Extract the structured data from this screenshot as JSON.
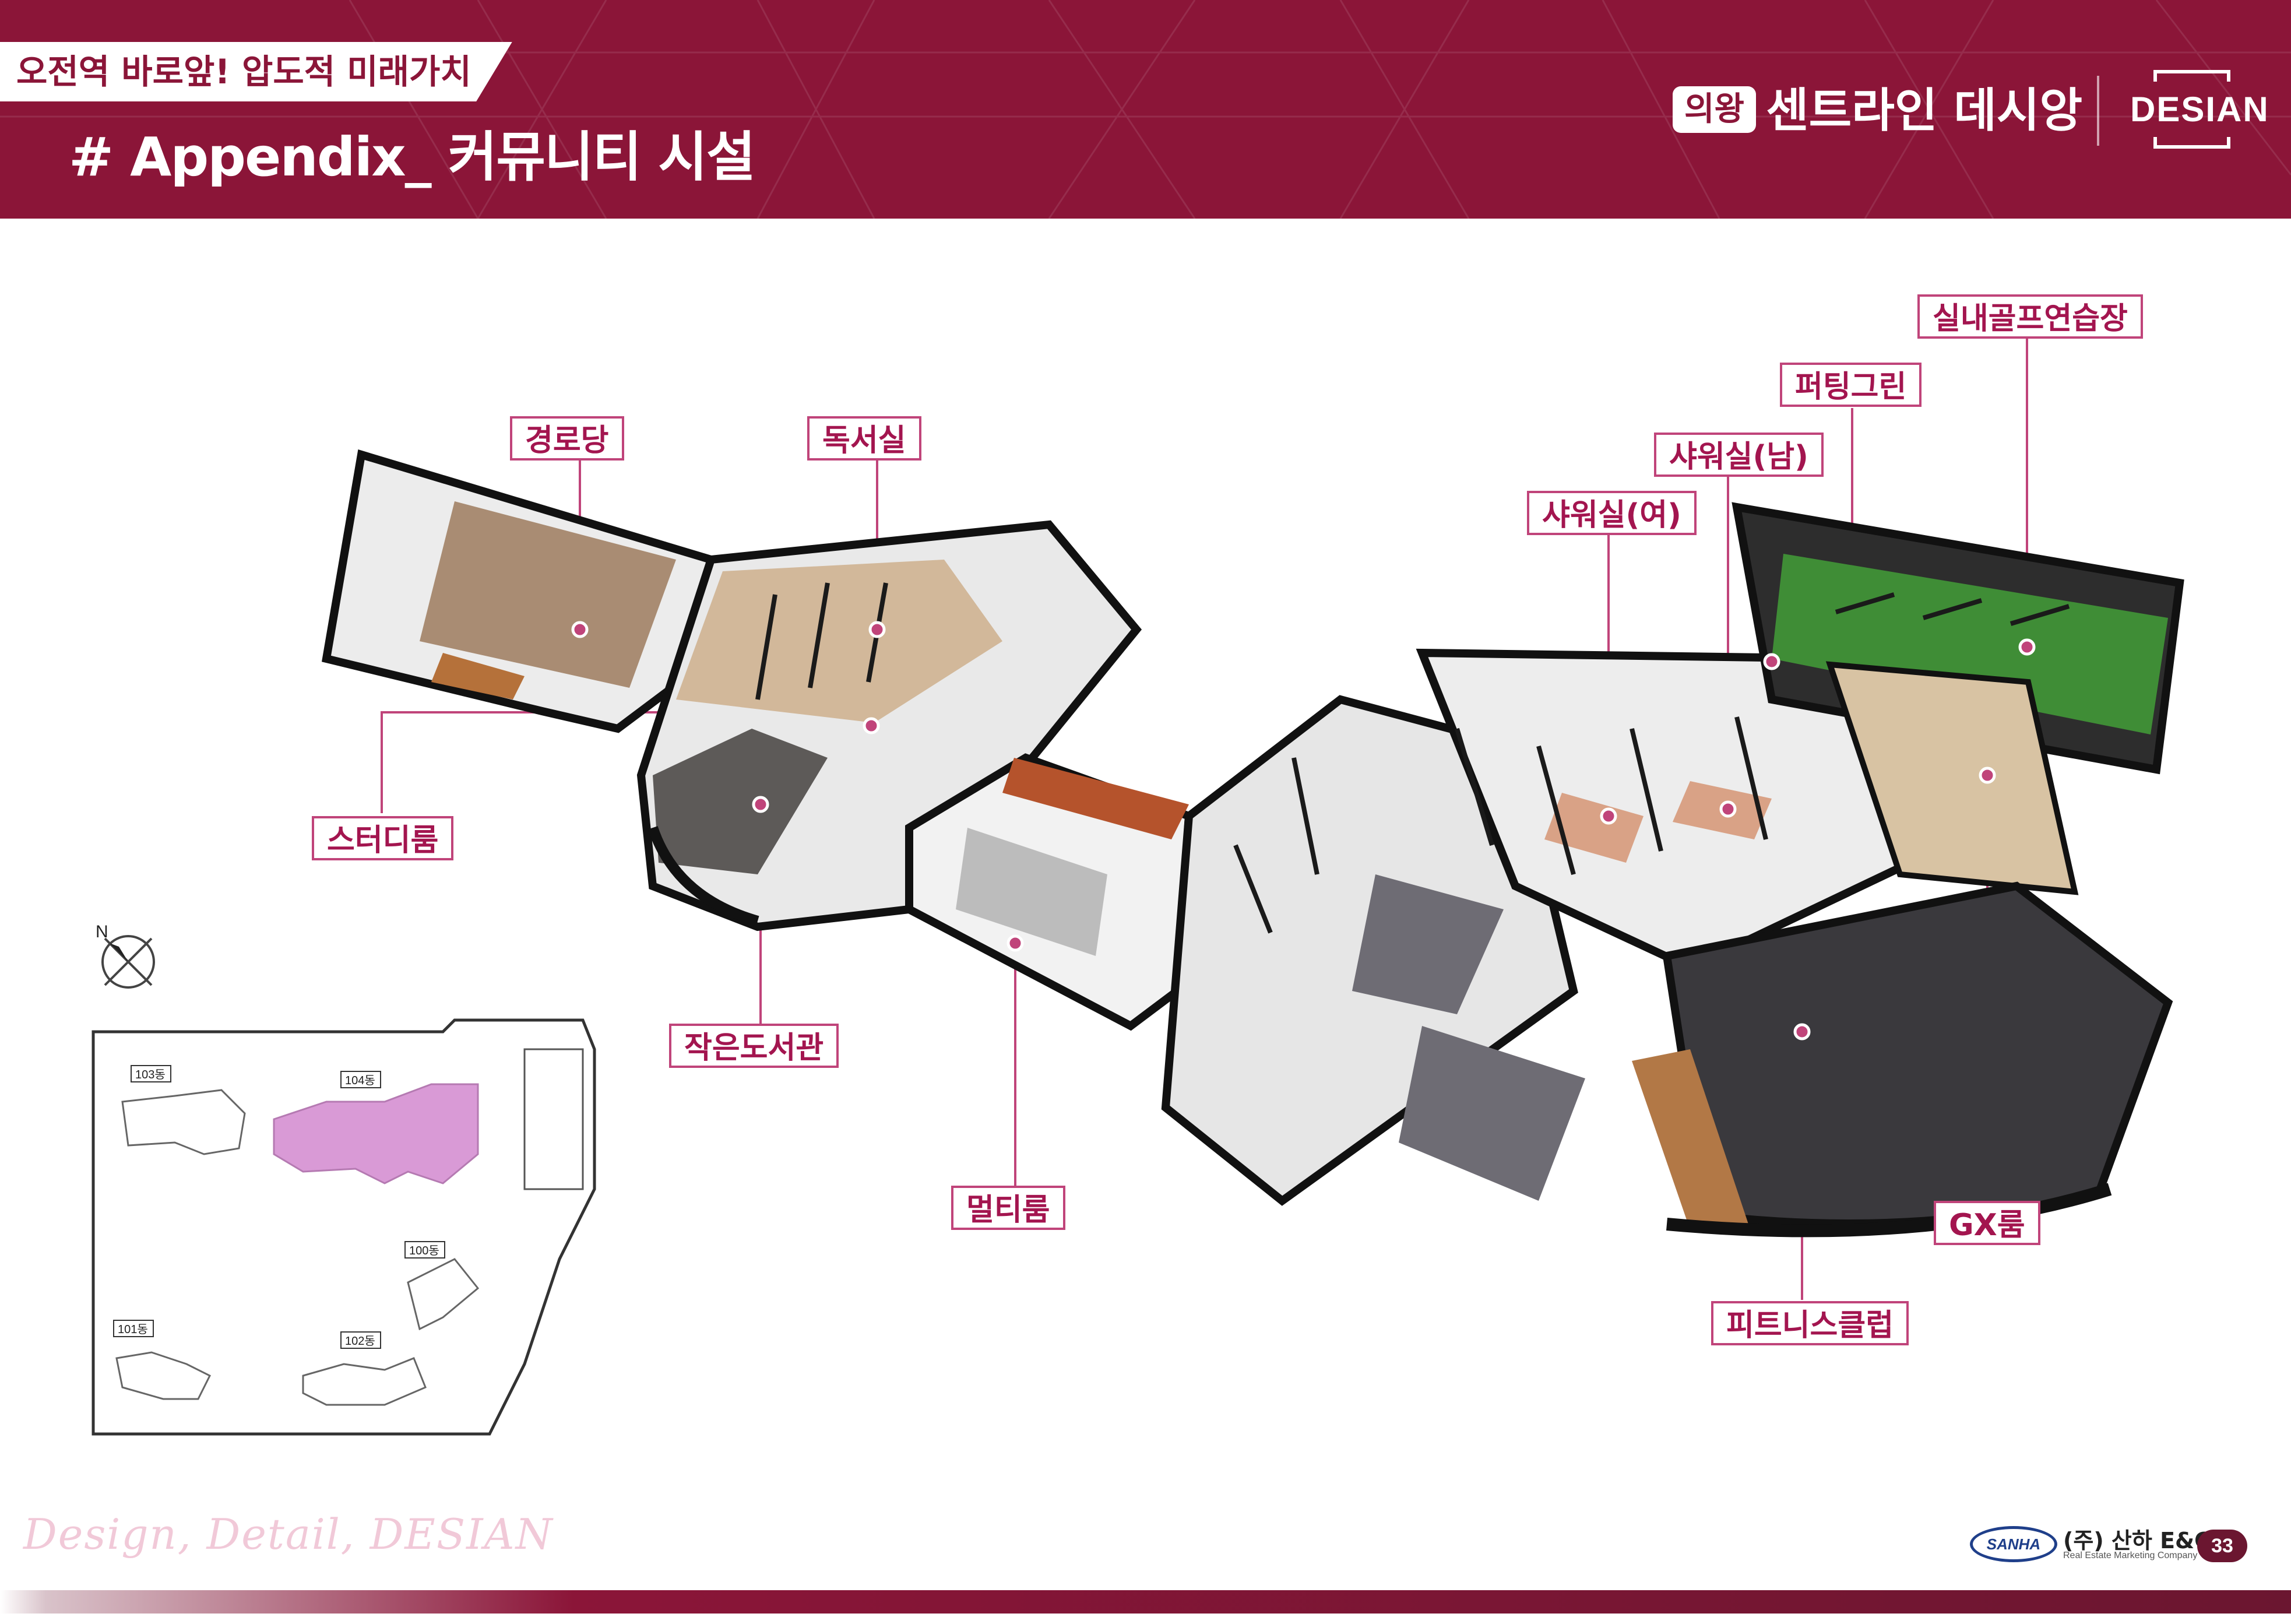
{
  "header": {
    "tagline": "오전역 바로앞! 압도적 미래가치",
    "title": "# Appendix_ 커뮤니티 시설",
    "brand_tag": "의왕",
    "brand_name": "센트라인 데시앙",
    "logo_text": "DESIAN",
    "color": "#8b1538"
  },
  "callouts": {
    "senior_center": "경로당",
    "reading_room": "독서실",
    "study_room": "스터디룸",
    "small_library": "작은도서관",
    "multi_room": "멀티룸",
    "shower_female": "샤워실(여)",
    "shower_male": "샤워실(남)",
    "putting_green": "퍼팅그린",
    "golf_range": "실내골프연습장",
    "gx_room": "GX룸",
    "fitness_club": "피트니스클럽",
    "accent_color": "#c0447a"
  },
  "inset_map": {
    "buildings": [
      "103동",
      "104동",
      "100동",
      "101동",
      "102동"
    ],
    "highlight_color": "#d99ad6"
  },
  "compass_label": "N",
  "footer": {
    "script": "Design, Detail, DESIAN",
    "partner_logo": "SANHA",
    "company": "(주) 산하 E&C",
    "company_sub": "Real Estate Marketing Company",
    "page_number": "33"
  }
}
